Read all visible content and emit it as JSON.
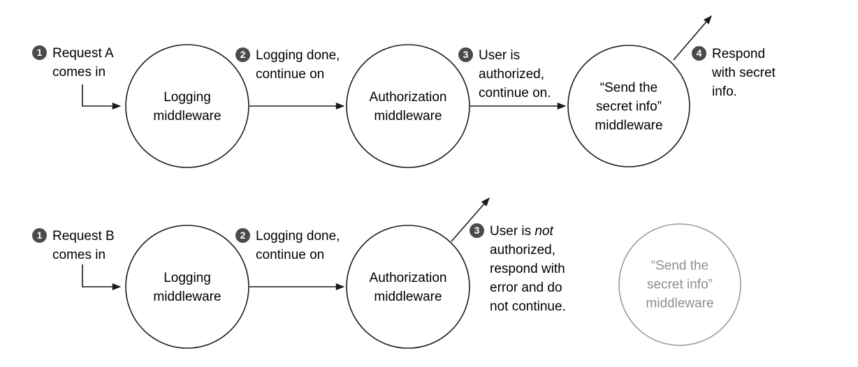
{
  "colors": {
    "background": "#ffffff",
    "stroke": "#1a1a1a",
    "badge_background": "#4a4a4a",
    "badge_text": "#ffffff",
    "text": "#000000",
    "inactive_stroke": "#9b9b9b",
    "inactive_text": "#8f8f8f"
  },
  "flow_a": {
    "step1": {
      "badge": "1",
      "label": "Request A\ncomes in"
    },
    "step2": {
      "badge": "2",
      "label": "Logging done,\ncontinue on"
    },
    "step3": {
      "badge": "3",
      "label": "User is\nauthorized,\ncontinue on."
    },
    "step4": {
      "badge": "4",
      "label": "Respond\nwith secret\ninfo."
    },
    "node_logging": "Logging\nmiddleware",
    "node_auth": "Authorization\nmiddleware",
    "node_secret": "“Send the\nsecret info”\nmiddleware"
  },
  "flow_b": {
    "step1": {
      "badge": "1",
      "label": "Request B\ncomes in"
    },
    "step2": {
      "badge": "2",
      "label": "Logging done,\ncontinue on"
    },
    "step3": {
      "badge": "3",
      "label_pre": "User is ",
      "label_italic": "not",
      "label_post": "\nauthorized,\nrespond with\nerror and do\nnot continue."
    },
    "node_logging": "Logging\nmiddleware",
    "node_auth": "Authorization\nmiddleware",
    "node_secret_inactive": "“Send the\nsecret info”\nmiddleware"
  }
}
